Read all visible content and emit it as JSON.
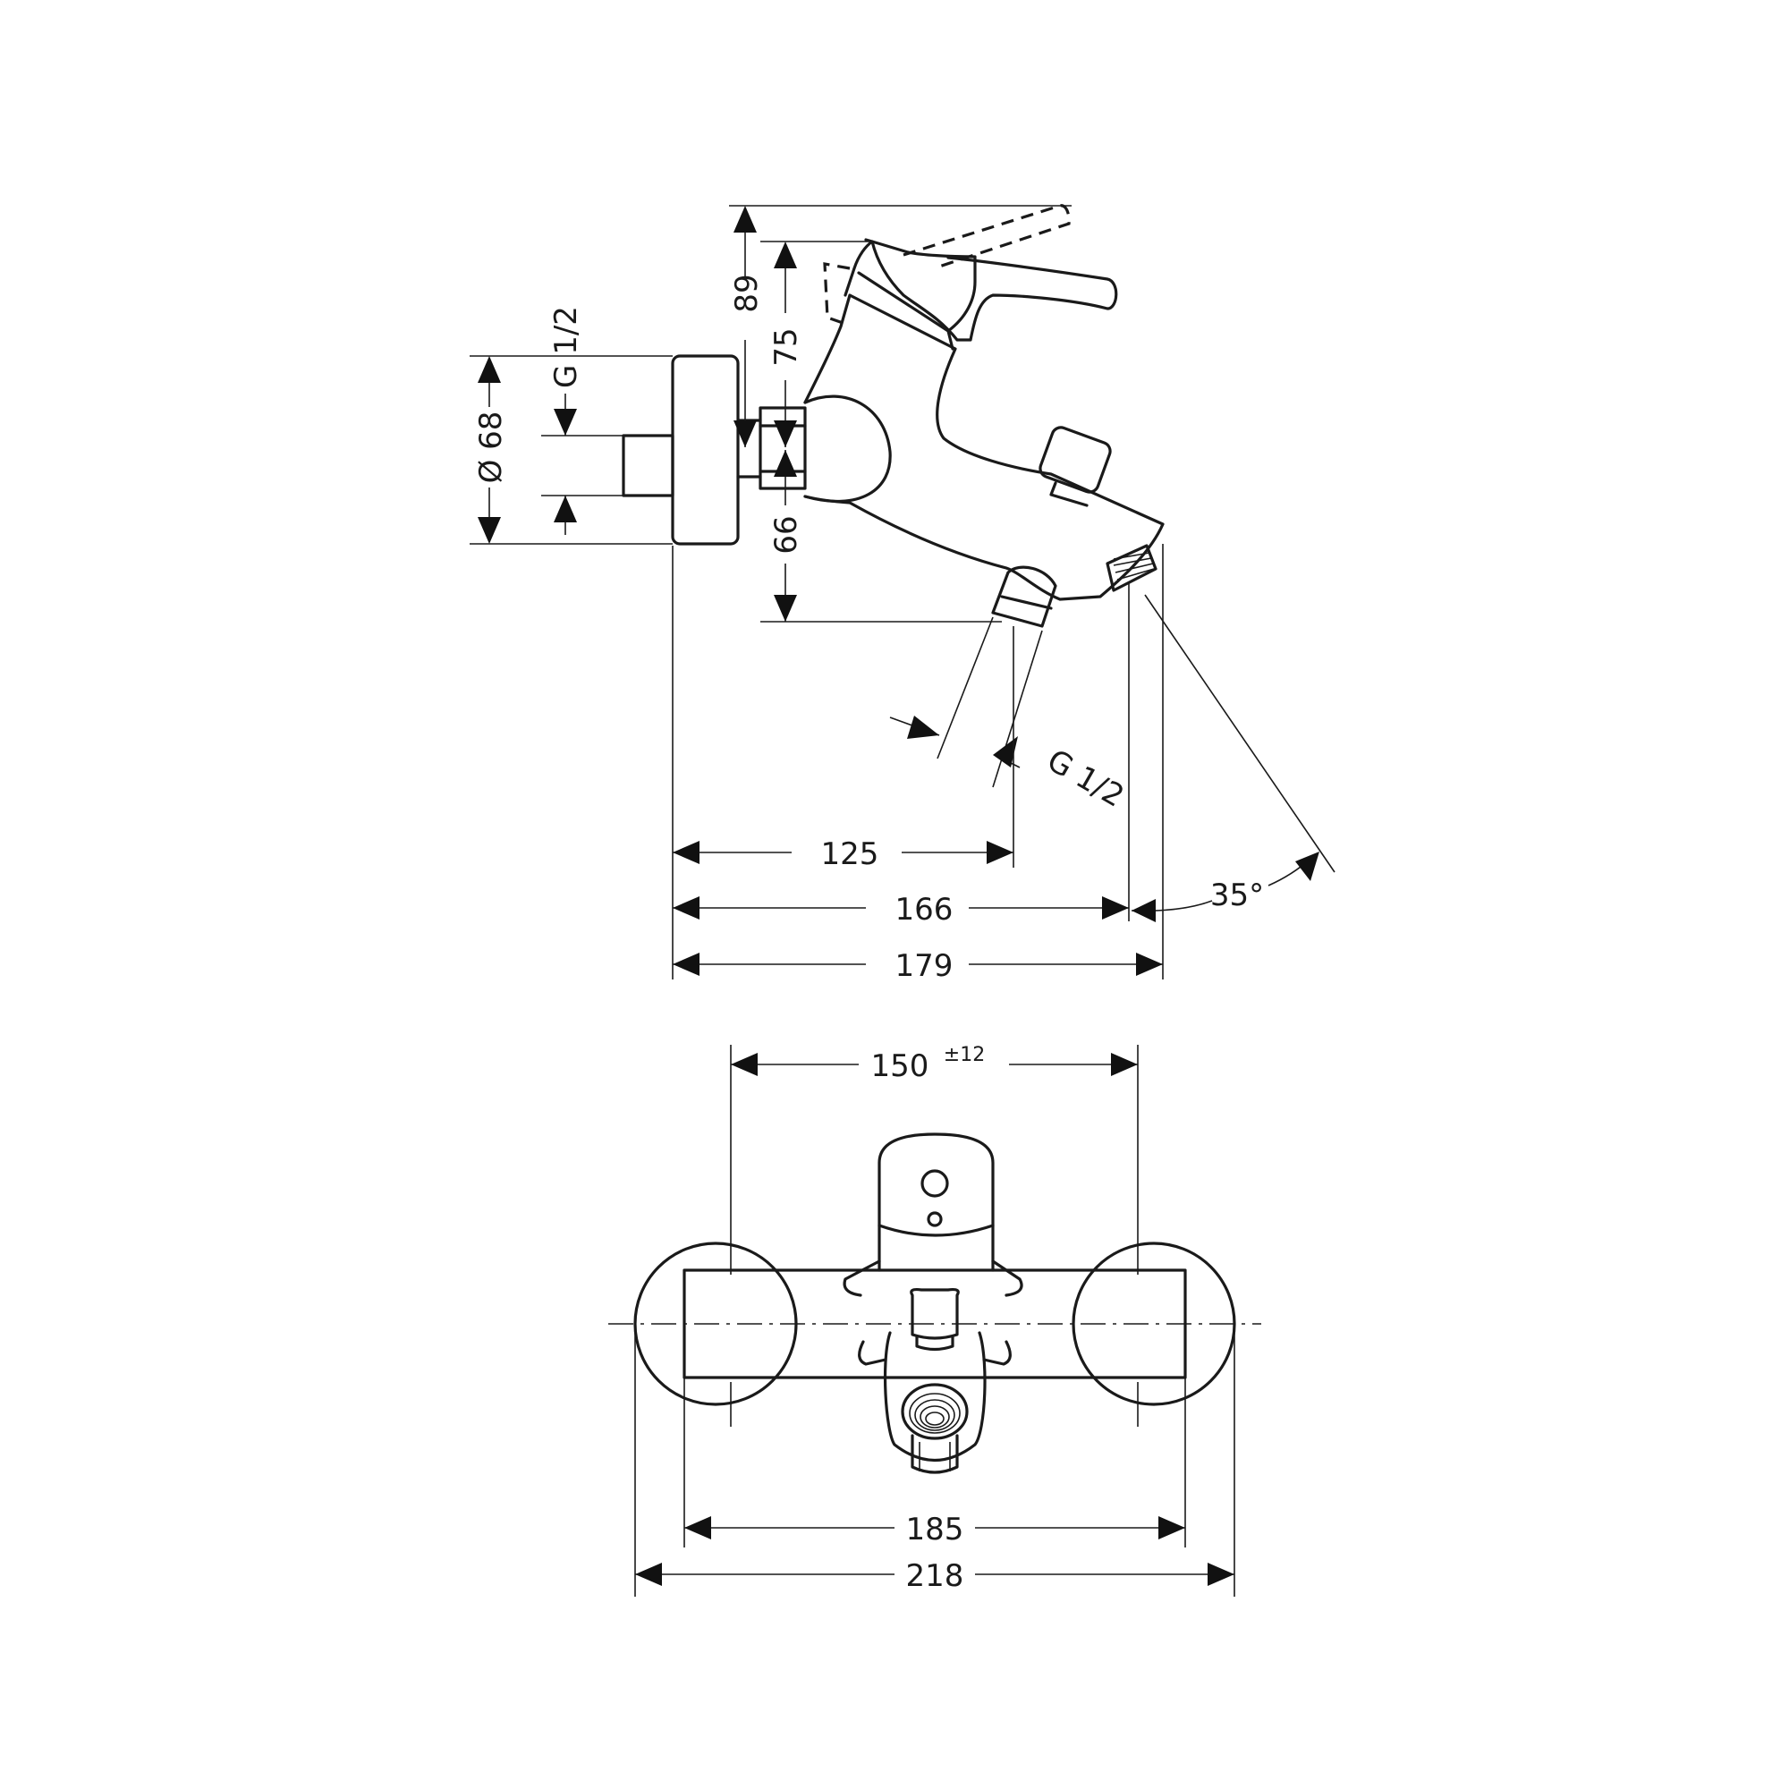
{
  "side_view": {
    "dims": {
      "d89": "89",
      "d75": "75",
      "d66": "66",
      "d68": "Ø 68",
      "g_top": "G 1/2",
      "g_outlet": "G 1/2",
      "d125": "125",
      "d166": "166",
      "d179": "179",
      "angle": "35°"
    }
  },
  "front_view": {
    "dims": {
      "d150": "150",
      "d150_tol": "±12",
      "d185": "185",
      "d218": "218"
    }
  }
}
